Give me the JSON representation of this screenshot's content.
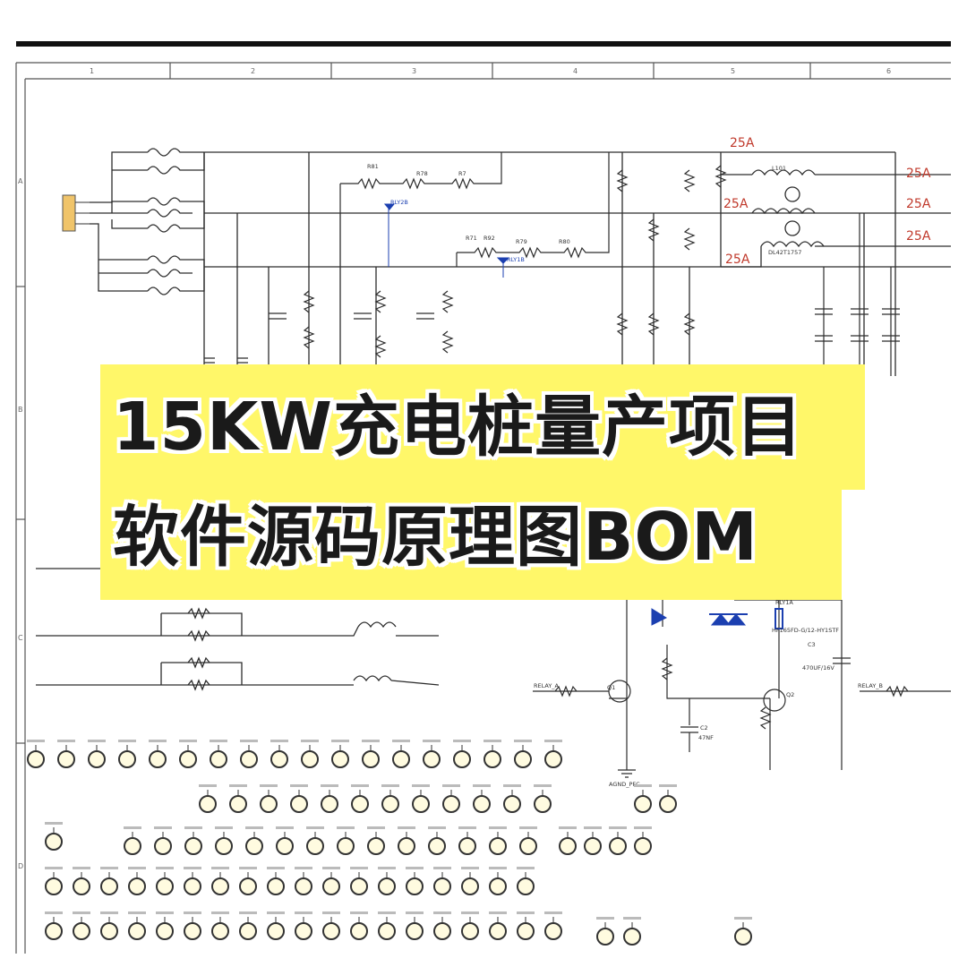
{
  "overlay": {
    "line1": "15KW充电桩量产项目",
    "line2": "软件源码原理图BOM"
  },
  "schematic": {
    "current_labels": [
      "25A",
      "25A",
      "25A",
      "25A",
      "25A",
      "25A"
    ],
    "frame_columns": [
      "1",
      "2",
      "3",
      "4",
      "5",
      "6"
    ],
    "frame_rows": [
      "A",
      "B",
      "C",
      "D"
    ],
    "component_labels": {
      "r81": "R81",
      "r78": "R78",
      "r7": "R7",
      "rly2b": "RLY2B",
      "r_mid1": "R71",
      "r92": "R92",
      "r79": "R79",
      "r80": "R80",
      "rly1b": "RLY1B",
      "l101": "L101",
      "dl42": "DL42T1757",
      "q1": "Q1",
      "q2": "Q2",
      "c3": "C3",
      "c3_val": "470UF/16V",
      "c2": "C2",
      "c2_val": "47NF",
      "relay_a": "RELAY_A",
      "relay_b": "RELAY_B",
      "agnd": "AGND_PFC",
      "rly1a": "RLY1A",
      "rly1a_part": "HF165FD-G/12-HY1STF"
    }
  },
  "colors": {
    "line": "#2c2c2c",
    "annotation_red": "#c0392b",
    "relay_blue": "#1b3fb0",
    "highlight": "#fff769"
  }
}
